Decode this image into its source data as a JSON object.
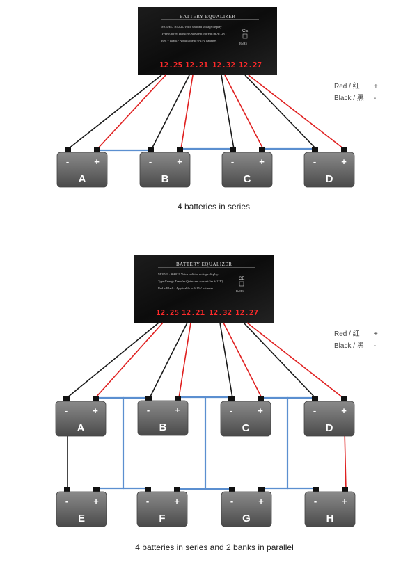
{
  "device": {
    "title": "BATTERY EQUALIZER",
    "model_line": "MODEL: HA02L  Voice unlitted voltage display",
    "type_line": "Type:Energy  Transfer  Quiescent current:5mA(12V)",
    "polarity_line": "Red +  Black -       Applicable to 6-15V batteries",
    "ce_mark": "CE",
    "rohs_mark": "RoHS",
    "readings": [
      "12.25",
      "12.21",
      "12.32",
      "12.27"
    ]
  },
  "legend": {
    "red_label": "Red / 红",
    "red_symbol": "+",
    "black_label": "Black / 黑",
    "black_symbol": "-"
  },
  "diagram1": {
    "caption": "4 batteries in series",
    "batteries": [
      "A",
      "B",
      "C",
      "D"
    ]
  },
  "diagram2": {
    "caption": "4 batteries in series and 2 banks in parallel",
    "top_row": [
      "A",
      "B",
      "C",
      "D"
    ],
    "bottom_row": [
      "E",
      "F",
      "G",
      "H"
    ]
  },
  "terminal_labels": {
    "minus": "-",
    "plus": "+"
  },
  "colors": {
    "red_wire": "#e02020",
    "black_wire": "#1a1a1a",
    "blue_wire": "#5b8fd0",
    "battery": "#6b6b6b",
    "device_bg": "#101010"
  }
}
